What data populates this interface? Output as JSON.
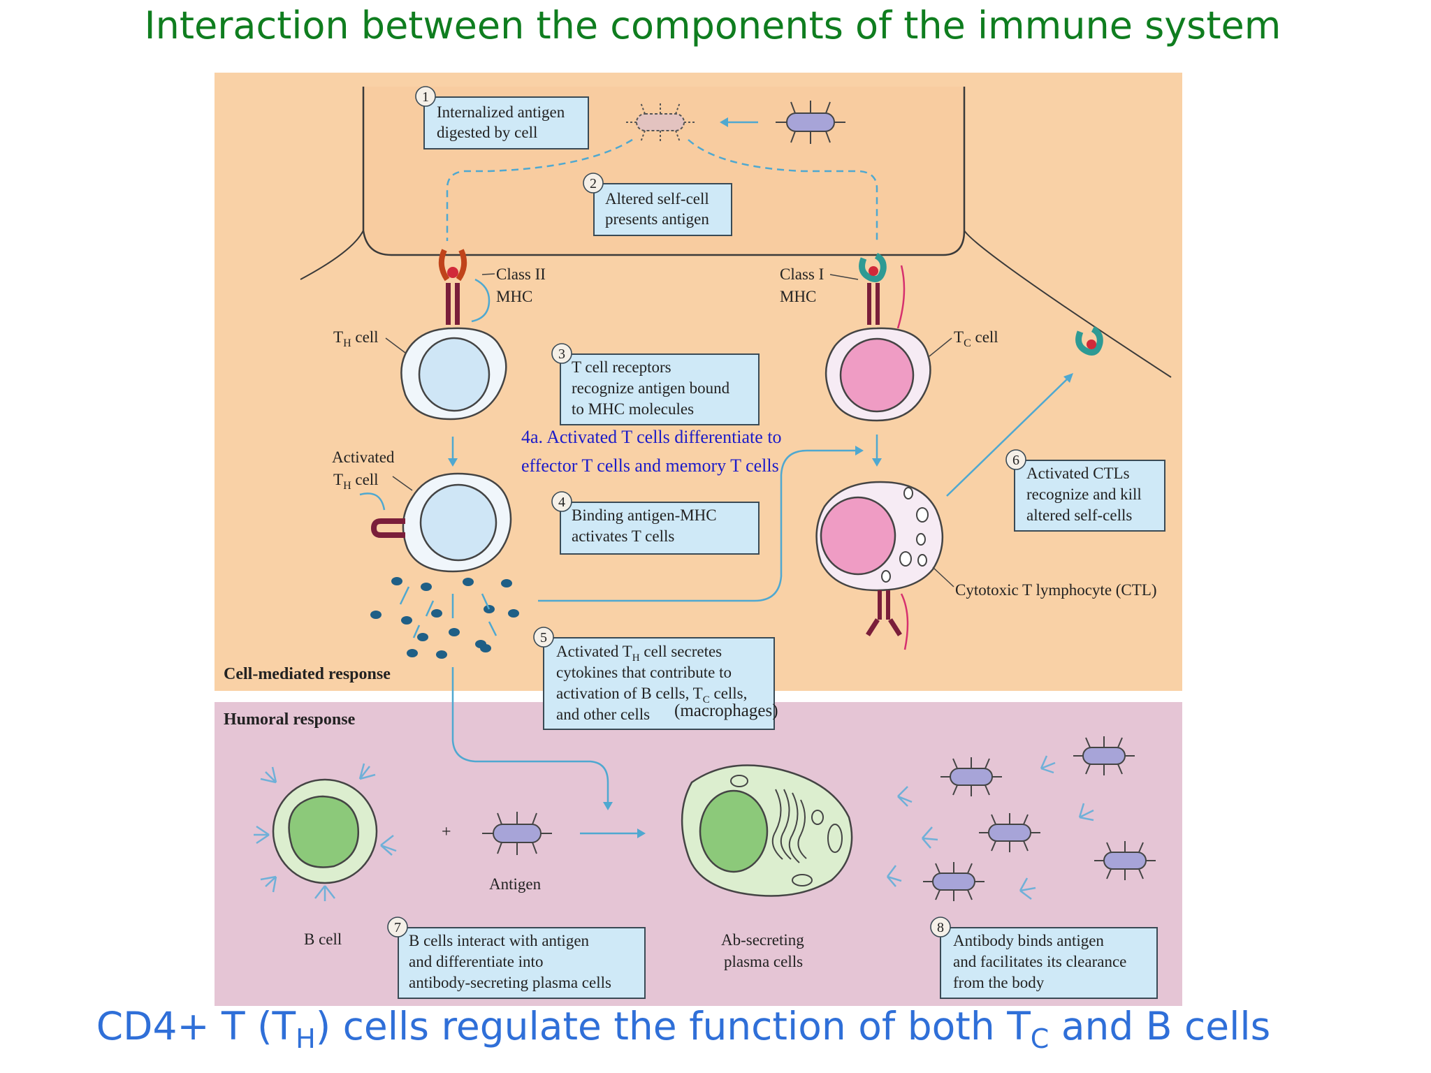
{
  "title": "Interaction between the components of the immune system",
  "caption": {
    "prefix": "CD4+ T (T",
    "sub1": "H",
    "middle": ") cells regulate the function of both T",
    "sub2": "C",
    "suffix": " and B cells"
  },
  "steps": {
    "s1": {
      "num": "1",
      "line1": "Internalized antigen",
      "line2": "digested by cell"
    },
    "s2": {
      "num": "2",
      "line1": "Altered self-cell",
      "line2": "presents antigen"
    },
    "s3": {
      "num": "3",
      "line1": "T cell receptors",
      "line2": "recognize antigen bound",
      "line3": "to MHC molecules"
    },
    "s4": {
      "num": "4",
      "line1": "Binding antigen-MHC",
      "line2": "activates T cells"
    },
    "s5": {
      "num": "5",
      "line1a": "Activated T",
      "line1sub": "H",
      "line1b": " cell secretes",
      "line2": "cytokines that contribute to",
      "line3a": "activation of B cells, T",
      "line3sub": "C",
      "line3b": " cells,",
      "line4": "and other cells"
    },
    "s6": {
      "num": "6",
      "line1": "Activated CTLs",
      "line2": "recognize and kill",
      "line3": "altered self-cells"
    },
    "s7": {
      "num": "7",
      "line1": "B cells interact with antigen",
      "line2": "and differentiate into",
      "line3": "antibody-secreting plasma cells"
    },
    "s8": {
      "num": "8",
      "line1": "Antibody binds antigen",
      "line2": "and facilitates its clearance",
      "line3": "from the body"
    }
  },
  "labels": {
    "class2": {
      "line1": "Class II",
      "line2": "MHC"
    },
    "class1": {
      "line1": "Class I",
      "line2": "MHC"
    },
    "th_cell": {
      "a": "T",
      "sub": "H",
      "b": " cell"
    },
    "tc_cell": {
      "a": "T",
      "sub": "C",
      "b": " cell"
    },
    "activated_th": {
      "line1": "Activated",
      "a": "T",
      "sub": "H",
      "b": " cell"
    },
    "ctl": "Cytotoxic T lymphocyte (CTL)",
    "cell_mediated": "Cell-mediated response",
    "humoral": "Humoral response",
    "b_cell": "B cell",
    "antigen": "Antigen",
    "plus": "+",
    "plasma": {
      "line1": "Ab-secreting",
      "line2": "plasma cells"
    },
    "macrophages": "(macrophages)"
  },
  "notes": {
    "n4a_line1": "4a. Activated T cells differentiate to",
    "n4a_line2": "effector T cells and memory T cells"
  },
  "colors": {
    "upper_panel": "#f9d1a6",
    "lower_panel": "#e5c5d5",
    "box_fill": "#cfe9f7",
    "title_green": "#0f7d1f",
    "caption_blue": "#2f6fd8",
    "note_blue": "#1b1bc9",
    "th_nucleus": "#cfe6f6",
    "tc_nucleus": "#ef9cc4",
    "b_nucleus": "#8cc97a",
    "arrow": "#4fa8d0"
  }
}
